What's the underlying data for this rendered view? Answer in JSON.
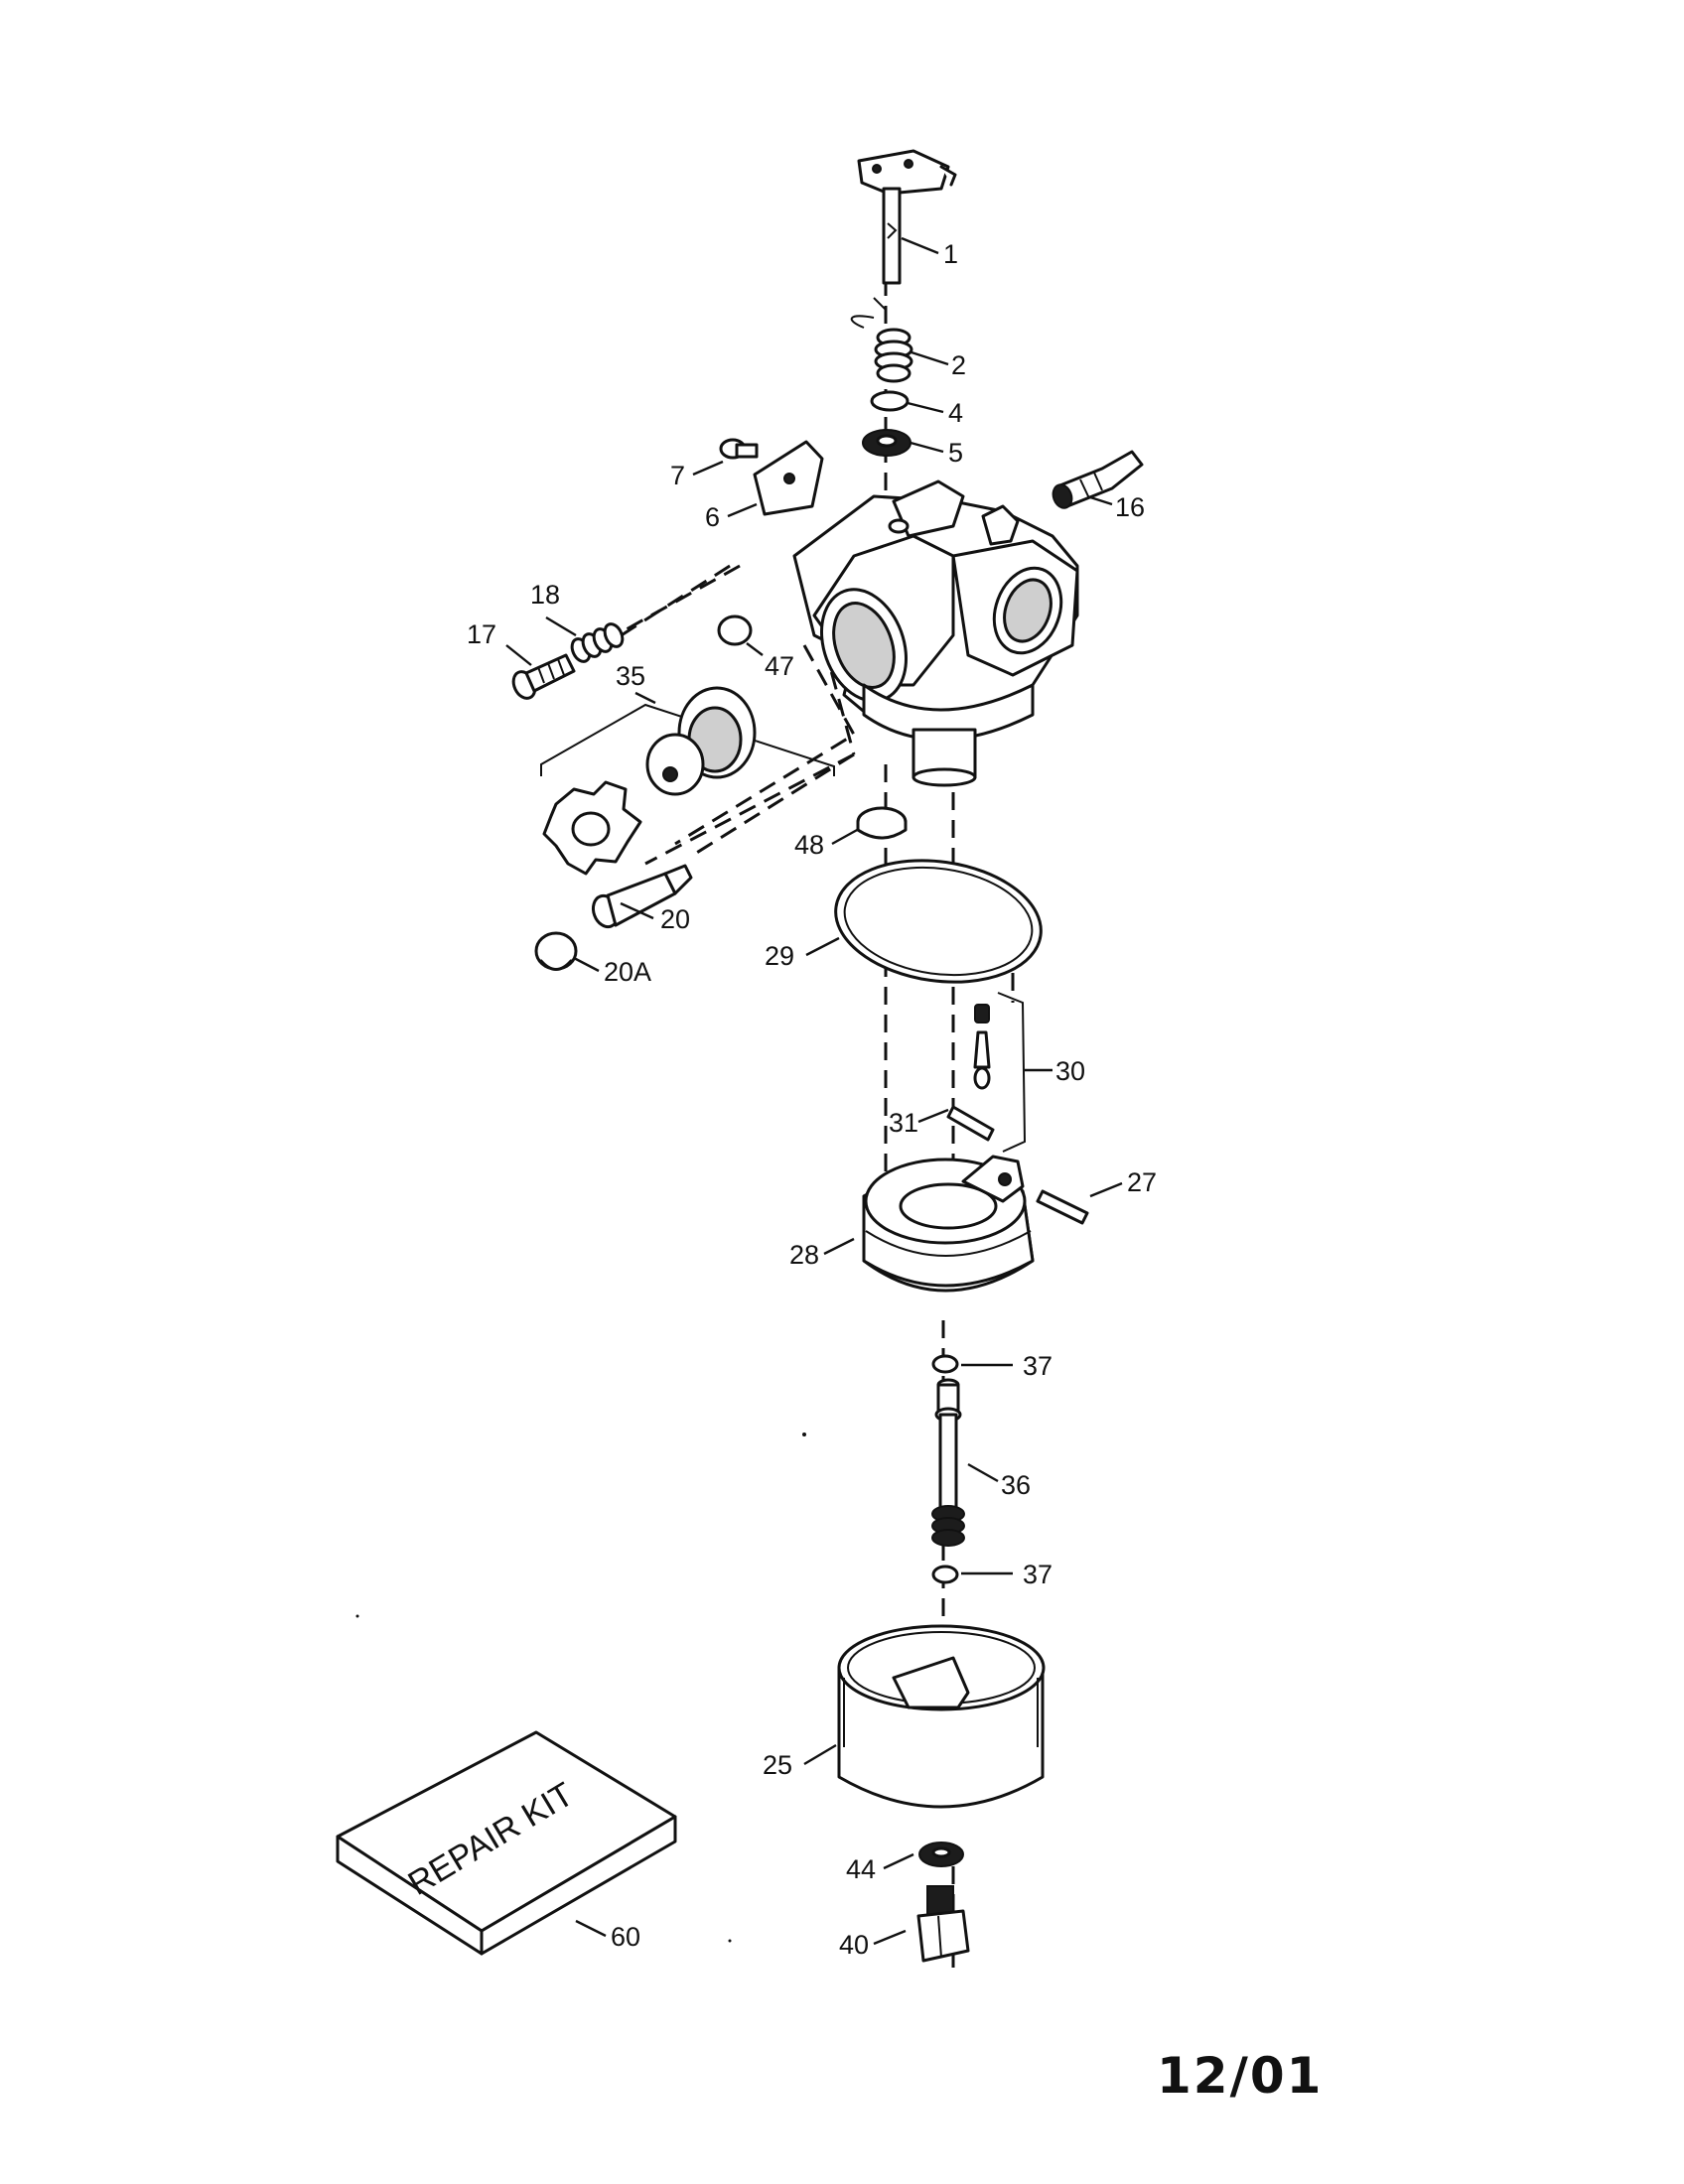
{
  "callouts": {
    "c1": "1",
    "c2": "2",
    "c4": "4",
    "c5": "5",
    "c6": "6",
    "c7": "7",
    "c16": "16",
    "c17": "17",
    "c18": "18",
    "c20": "20",
    "c20a": "20A",
    "c25": "25",
    "c27": "27",
    "c28": "28",
    "c29": "29",
    "c30": "30",
    "c31": "31",
    "c35": "35",
    "c36": "36",
    "c37a": "37",
    "c37b": "37",
    "c40": "40",
    "c44": "44",
    "c47": "47",
    "c48": "48",
    "c60": "60"
  },
  "repair_kit_label": "REPAIR KIT",
  "date_code": "12/01"
}
